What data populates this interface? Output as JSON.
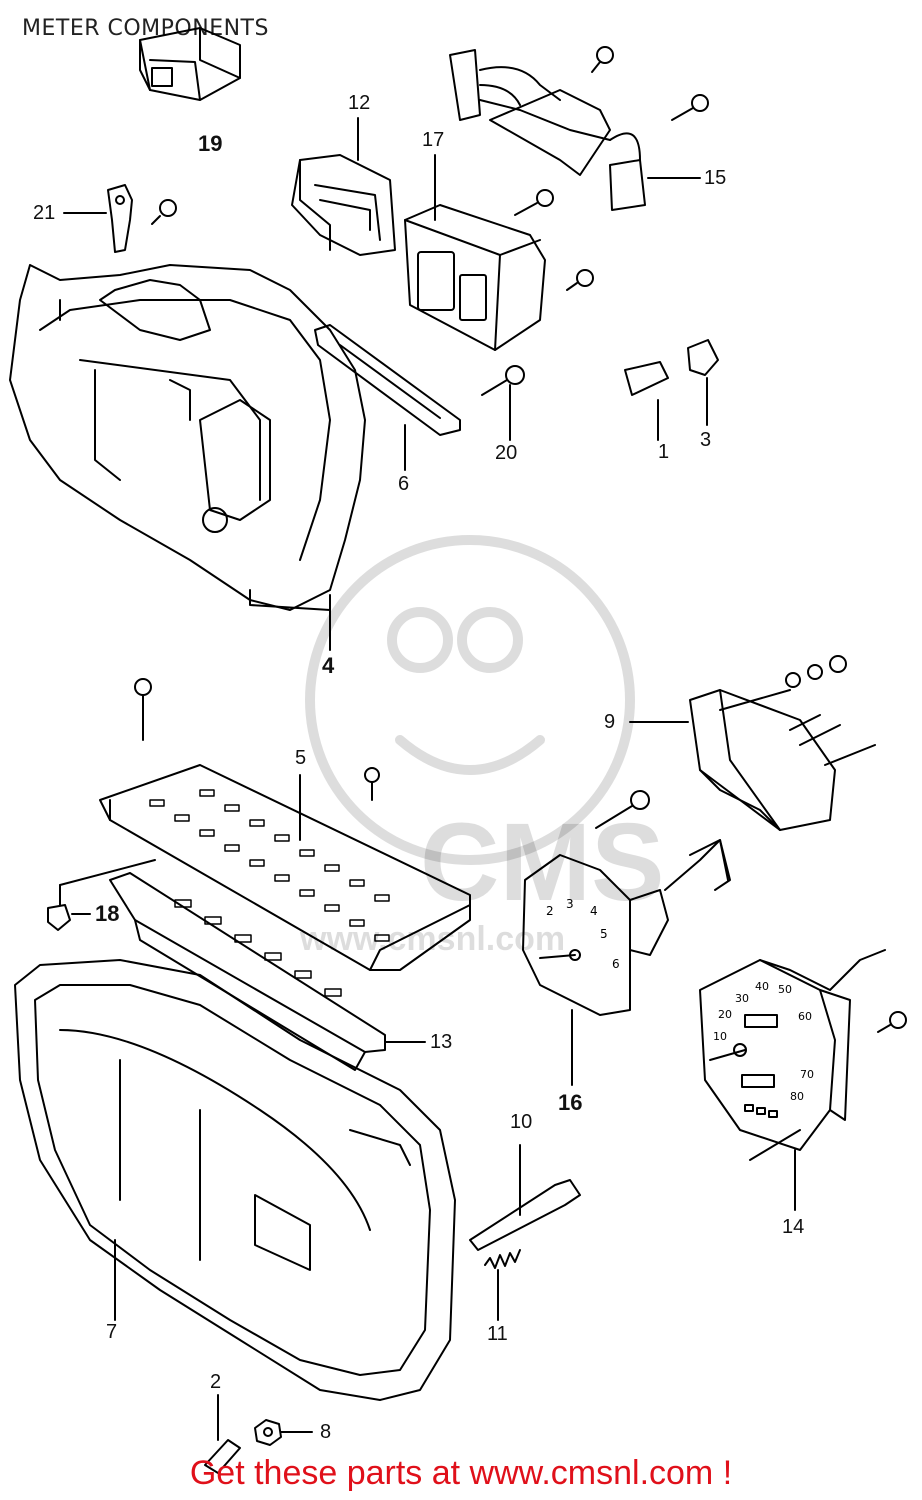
{
  "title": "METER COMPONENTS",
  "callouts": {
    "p1": "1",
    "p2": "2",
    "p3": "3",
    "p4": "4",
    "p5": "5",
    "p6": "6",
    "p7": "7",
    "p8": "8",
    "p9": "9",
    "p10": "10",
    "p11": "11",
    "p12": "12",
    "p13": "13",
    "p14": "14",
    "p15": "15",
    "p16": "16",
    "p17": "17",
    "p18": "18",
    "p19": "19",
    "p20": "20",
    "p21": "21"
  },
  "watermark": {
    "text": "CMS",
    "url": "www.cmsnl.com"
  },
  "gauge_16_ticks": [
    "2",
    "3",
    "4",
    "5",
    "6"
  ],
  "gauge_14_ticks": [
    "10",
    "20",
    "30",
    "40",
    "50",
    "60",
    "70",
    "80"
  ],
  "footer": "Get these parts at www.cmsnl.com !"
}
